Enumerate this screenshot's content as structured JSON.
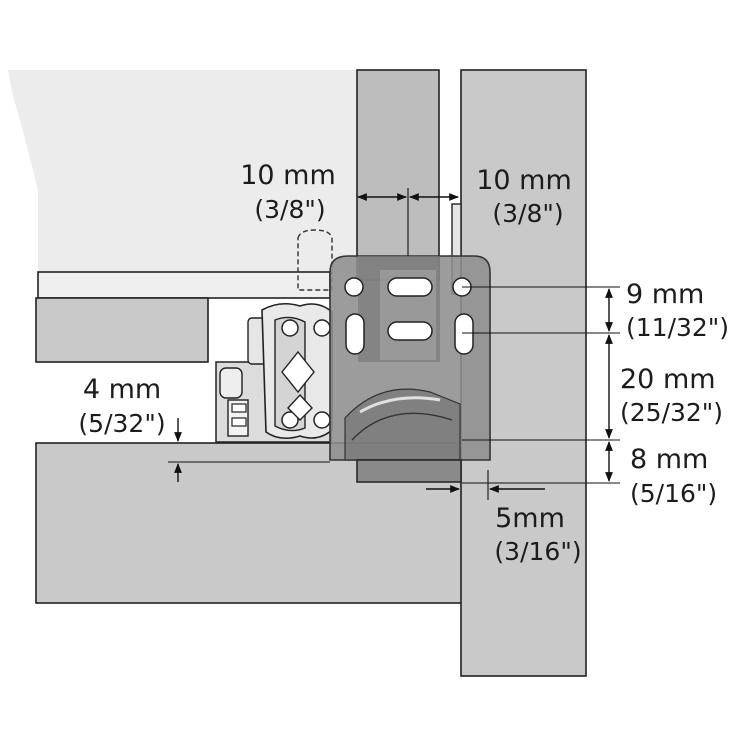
{
  "dimensions": {
    "top_left": {
      "metric": "10 mm",
      "imperial": "(3/8\")"
    },
    "top_right": {
      "metric": "10 mm",
      "imperial": "(3/8\")"
    },
    "right_9": {
      "metric": "9 mm",
      "imperial": "(11/32\")"
    },
    "right_20": {
      "metric": "20 mm",
      "imperial": "(25/32\")"
    },
    "right_8": {
      "metric": "8 mm",
      "imperial": "(5/16\")"
    },
    "left_4": {
      "metric": "4 mm",
      "imperial": "(5/32\")"
    },
    "bottom_5": {
      "metric": "5mm",
      "imperial": "(3/16\")"
    }
  },
  "colors": {
    "panel_light": "#ececec",
    "panel_mid": "#d2d2d2",
    "panel_dark": "#b9b9b9",
    "bracket": "#8e8e8e",
    "bracket_dark": "#6f6f6f",
    "line": "#111111"
  }
}
